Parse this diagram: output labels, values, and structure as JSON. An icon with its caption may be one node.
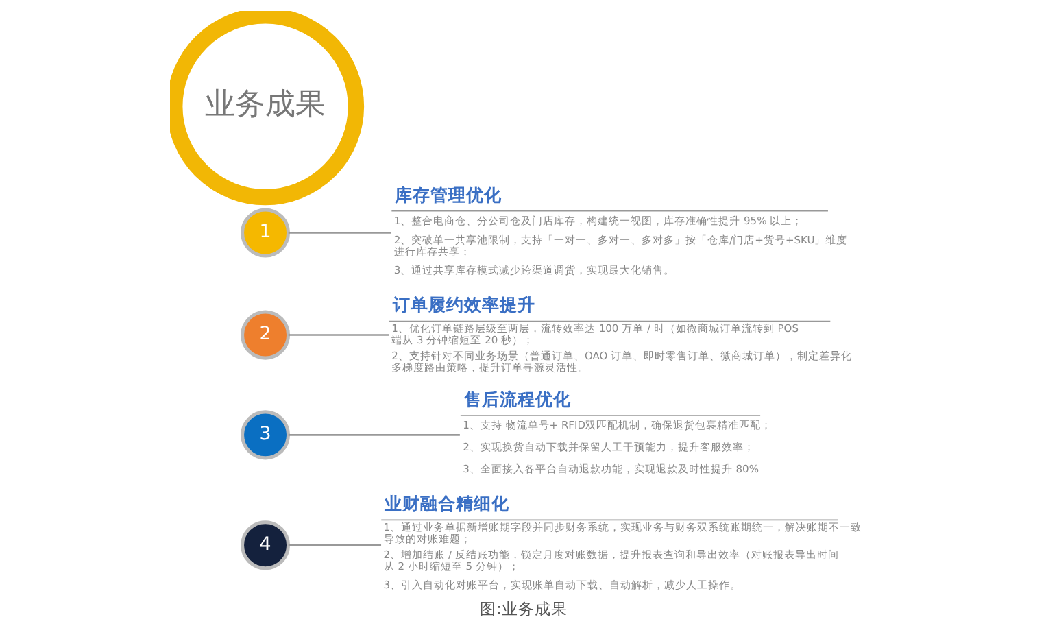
{
  "diagram": {
    "caption": "图:业务成果",
    "nodes": [
      {
        "text": [
          "业务成果"
        ]
      },
      {
        "text": [
          "1"
        ]
      },
      {
        "text": [
          "库存管理优化",
          "1、整合电商仓、分公司仓及门店库存，构建统一视图，库存准确性提升 95% 以上；",
          "2、突破单一共享池限制，支持「一对一、多对一、多对多」按「仓库/门店+货号+SKU」维度进行库存共享；",
          "3、通过共享库存模式减少跨渠道调货，实现最大化销售。"
        ]
      },
      {
        "text": [
          "2"
        ]
      },
      {
        "text": [
          "订单履约效率提升",
          "1、优化订单链路层级至两层，流转效率达 100 万单 / 时（如微商城订单流转到 POS 端从 3 分钟缩短至 20 秒）；",
          "2、支持针对不同业务场景（普通订单、OAO 订单、即时零售订单、微商城订单），制定差异化多梯度路由策略，提升订单寻源灵活性。"
        ]
      },
      {
        "text": [
          "3"
        ]
      },
      {
        "text": [
          "售后流程优化",
          "1、支持 物流单号+ RFID双匹配机制，确保退货包裹精准匹配；",
          "2、实现换货自动下载并保留人工干预能力，提升客服效率；",
          "3、全面接入各平台自动退款功能，实现退款及时性提升 80%"
        ]
      },
      {
        "text": [
          "4"
        ]
      },
      {
        "text": [
          "业财融合精细化",
          "1、通过业务单据新增账期字段并同步财务系统，实现业务与财务双系统账期统一，解决账期不一致导致的对账难题；",
          "2、增加结账 / 反结账功能，锁定月度对账数据，提升报表查询和导出效率（对账报表导出时间从 2 小时缩短至 5 分钟）；",
          "3、引入自动化对账平台，实现账单自动下载、自动解析，减少人工操作。"
        ]
      }
    ],
    "edges": [
      {
        "from": 1,
        "to": 2,
        "arrow": "none"
      },
      {
        "from": 3,
        "to": 4,
        "arrow": "none"
      },
      {
        "from": 5,
        "to": 6,
        "arrow": "none"
      },
      {
        "from": 7,
        "to": 8,
        "arrow": "none"
      }
    ]
  }
}
